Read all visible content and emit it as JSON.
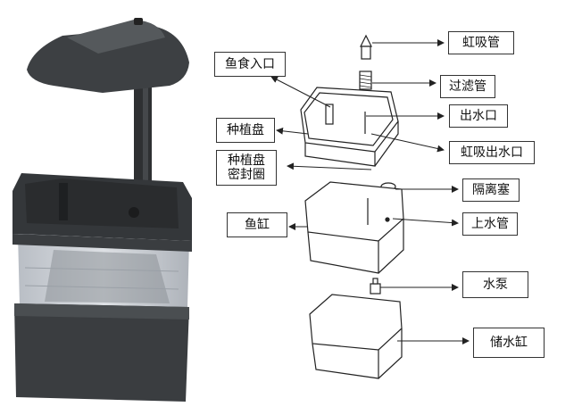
{
  "labels": {
    "siphon_tube": "虹吸管",
    "fish_food_inlet": "鱼食入口",
    "filter_tube": "过滤管",
    "water_outlet": "出水口",
    "planting_tray": "种植盘",
    "siphon_outlet": "虹吸出水口",
    "tray_seal_line1": "种植盘",
    "tray_seal_line2": "密封圈",
    "isolation_plug": "隔离塞",
    "fish_tank": "鱼缸",
    "inlet_tube": "上水管",
    "water_pump": "水泵",
    "reservoir_tank": "储水缸"
  },
  "colors": {
    "device_body": "#3f4244",
    "device_dark": "#2b2d2f",
    "device_light": "#5a5e61",
    "glass": "#c9cdd3",
    "line": "#222222"
  }
}
